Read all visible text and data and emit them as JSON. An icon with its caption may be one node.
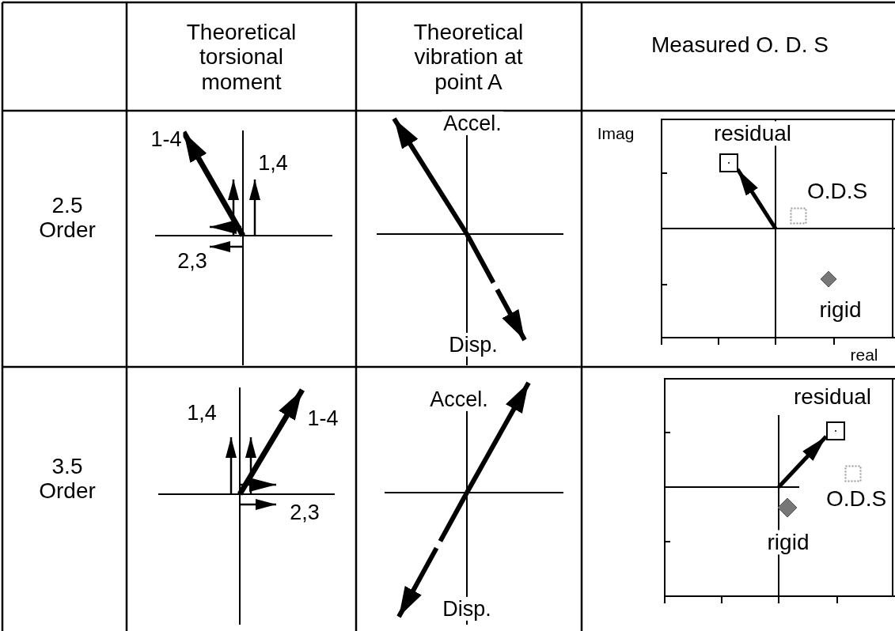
{
  "diagram": {
    "labels": [
      "Theoretical torsional moment",
      "Theoretical vibration at point A",
      "Measured O. D. S",
      "2.5 Order",
      "1-4",
      "1,4",
      "2,3",
      "Accel.",
      "Disp.",
      "Imag",
      "residual",
      "O.D.S",
      "rigid",
      "real",
      "3.5 Order",
      "1,4",
      "1-4",
      "2,3",
      "Accel.",
      "Disp.",
      "residual",
      "O.D.S",
      "rigid"
    ]
  }
}
